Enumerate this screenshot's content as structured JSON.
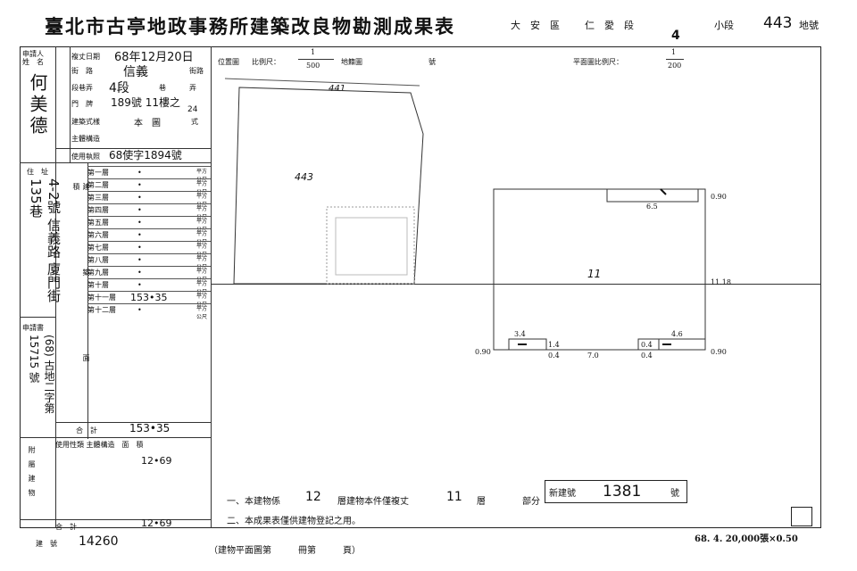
{
  "header": {
    "title": "臺北市古亭地政事務所建築改良物勘測成果表",
    "district": "大　安　區",
    "section": "仁　愛　段",
    "subsection_no": "4",
    "subsection_label": "小段",
    "lot_no": "443",
    "lot_label": "地號"
  },
  "left_table": {
    "applicant_label": "申請人\n姓　名",
    "applicant_name": "何美德",
    "survey_date_label": "複丈日期",
    "survey_date": "68年12月20日",
    "street_label": "街　路",
    "street": "信義",
    "street_suffix": "街路",
    "section_label": "段巷弄",
    "section": "4段",
    "section_mid": "巷",
    "section_suffix": "弄",
    "door_label": "門　牌",
    "door": "189號 11樓之",
    "door_extra": "24",
    "building_type_label": "建築式樣",
    "building_type": "本　圖",
    "building_type_suffix": "式",
    "structure_label": "主體構造",
    "license_label": "使用執照",
    "license": "68使字1894號",
    "address_label": "住　址",
    "address": "4-2號 信義路 廈門街 135巷",
    "floors_label": "建　築　面　積",
    "floors": [
      {
        "name": "第一層",
        "area": "　•　",
        "unit": "平方公尺"
      },
      {
        "name": "第二層",
        "area": "　•　",
        "unit": "平方公尺"
      },
      {
        "name": "第三層",
        "area": "　•　",
        "unit": "平方公尺"
      },
      {
        "name": "第四層",
        "area": "　•　",
        "unit": "平方公尺"
      },
      {
        "name": "第五層",
        "area": "　•　",
        "unit": "平方公尺"
      },
      {
        "name": "第六層",
        "area": "　•　",
        "unit": "平方公尺"
      },
      {
        "name": "第七層",
        "area": "　•　",
        "unit": "平方公尺"
      },
      {
        "name": "第八層",
        "area": "　•　",
        "unit": "平方公尺"
      },
      {
        "name": "第九層",
        "area": "　•　",
        "unit": "平方公尺"
      },
      {
        "name": "第十層",
        "area": "　•　",
        "unit": "平方公尺"
      },
      {
        "name": "第十一層",
        "area": "153•35",
        "unit": "平方公尺"
      },
      {
        "name": "第十二層",
        "area": "　•　",
        "unit": "平方公尺"
      }
    ],
    "application_label": "申請書",
    "application_no": "(68) 古地二字第 15715 號",
    "total_label": "合　計",
    "total": "153•35",
    "attached_label": "附屬建物",
    "attached_header": "使用性類 主體構造　面　積",
    "attached_area": "12•69",
    "attached_total_label": "合　計",
    "attached_total": "12•69",
    "building_no_label": "建　號",
    "building_no": "14260"
  },
  "location_map": {
    "label": "位置圖",
    "scale_label": "比例尺：",
    "scale_num": "1",
    "scale_den": "500",
    "map_label": "地籍圖",
    "map_suffix": "號",
    "parcel": "443",
    "neighbor": "441"
  },
  "floor_plan": {
    "label": "平面圖比例尺：",
    "scale_num": "1",
    "scale_den": "200",
    "room_label": "11",
    "dim_top": "6.5",
    "dim_top_right": "0.90",
    "dim_right": "11.18",
    "dim_bl_1": "3.4",
    "dim_bl_2": "1.4",
    "dim_bl_3": "0.4",
    "dim_bottom": "7.0",
    "dim_br_1": "0.4",
    "dim_br_2": "4.6",
    "dim_br_3": "0.4",
    "dim_left": "0.90",
    "dim_right_bottom": "0.90"
  },
  "notes": {
    "note1_a": "一、本建物係",
    "note1_floors": "12",
    "note1_b": "層建物本件僅複丈",
    "note1_floor": "11",
    "note1_c": "層",
    "note1_part": "部分",
    "note2": "二、本成果表僅供建物登記之用。",
    "stamp_label": "新建號",
    "stamp_value": "1381",
    "stamp_suffix": "號",
    "plan_ref": "（建物平面圖第　　　冊第　　　頁）",
    "print_info": "68. 4. 20,000張×0.50"
  }
}
